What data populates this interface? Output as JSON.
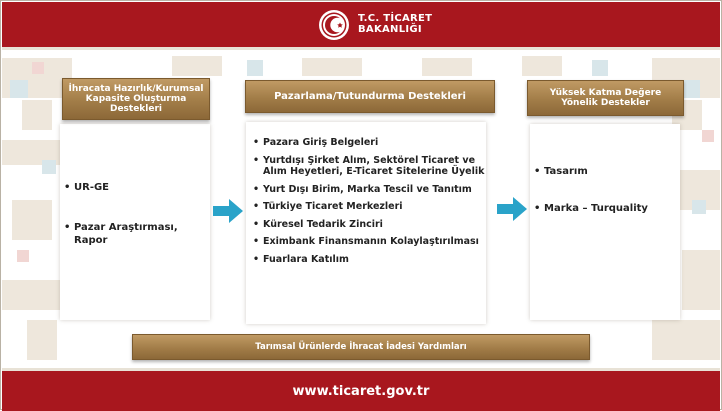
{
  "header": {
    "brand_line1": "T.C. TİCARET",
    "brand_line2": "BAKANLIĞI"
  },
  "columns": [
    {
      "title": "İhracata Hazırlık/Kurumsal Kapasite Oluşturma Destekleri",
      "title_lines": [
        "İhracata Hazırlık/Kurumsal",
        "Kapasite Oluşturma",
        "Destekleri"
      ],
      "items": [
        "UR-GE",
        "Pazar Araştırması, Rapor"
      ]
    },
    {
      "title": "Pazarlama/Tutundurma Destekleri",
      "title_lines": [
        "Pazarlama/Tutundurma Destekleri"
      ],
      "items": [
        "Pazara Giriş Belgeleri",
        "Yurtdışı Şirket Alım, Sektörel Ticaret ve Alım Heyetleri, E-Ticaret Sitelerine Üyelik",
        "Yurt Dışı Birim, Marka Tescil ve Tanıtım",
        "Türkiye Ticaret Merkezleri",
        "Küresel Tedarik Zinciri",
        "Eximbank Finansmanın Kolaylaştırılması",
        "Fuarlara Katılım"
      ]
    },
    {
      "title": "Yüksek Katma Değere Yönelik Destekler",
      "title_lines": [
        "Yüksek Katma Değere",
        "Yönelik Destekler"
      ],
      "items": [
        "Tasarım",
        "Marka – Turquality"
      ]
    }
  ],
  "bottom_banner": "Tarımsal  Ürünlerde İhracat İadesi Yardımları",
  "footer": {
    "url": "www.ticaret.gov.tr"
  },
  "icons": [
    "ministry-logo-icon",
    "arrow-right-icon",
    "arrow-right-icon"
  ],
  "colors": {
    "brand_red": "#a8171e",
    "banner_gold": "#a27d48",
    "arrow_teal": "#2aa3c9"
  }
}
